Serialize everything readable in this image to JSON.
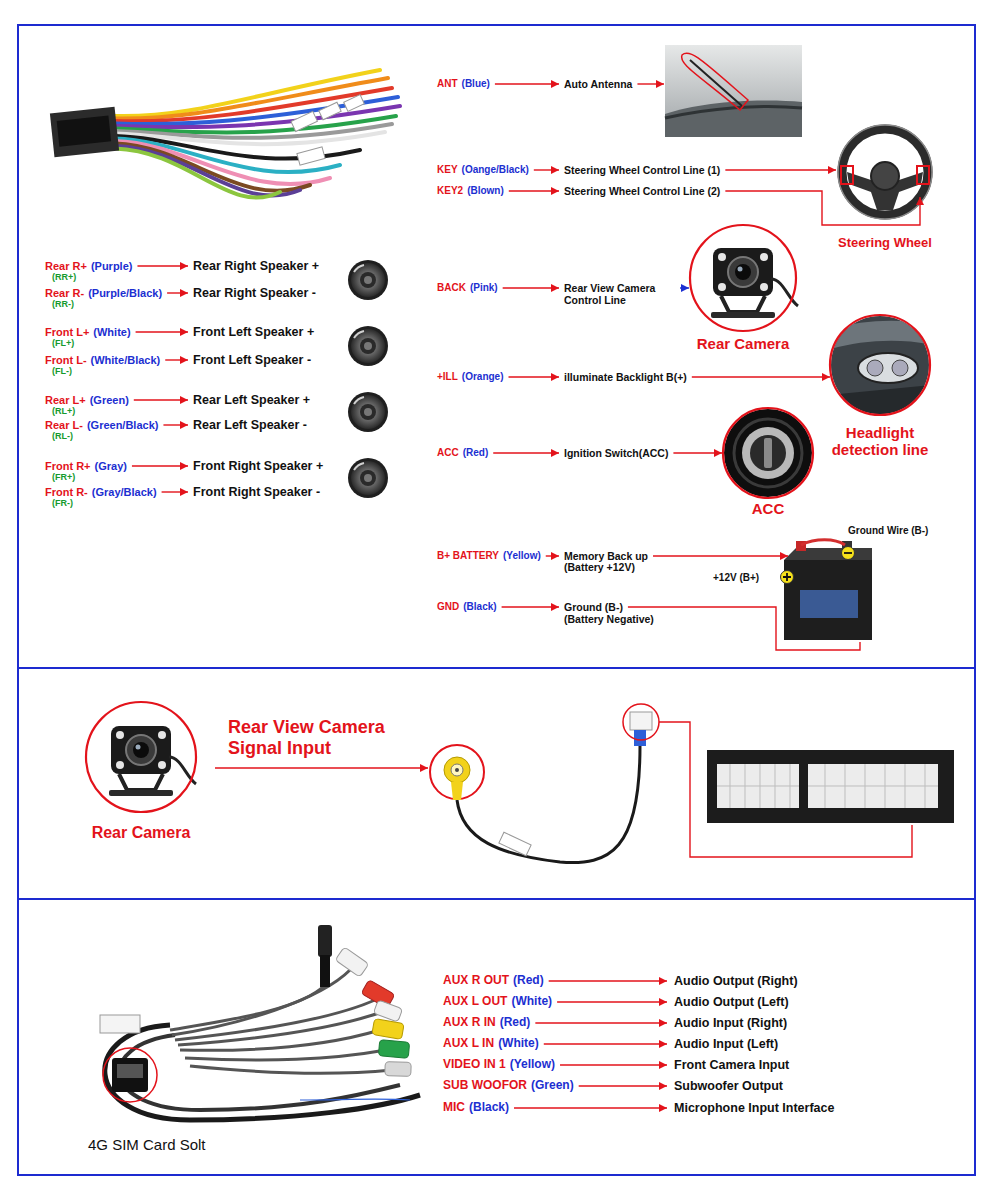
{
  "diagram": {
    "nodes": [
      {
        "text": [
          "Steering Wheel"
        ]
      },
      {
        "text": [
          "Rear Camera"
        ]
      },
      {
        "text": [
          "Headlight detection line"
        ]
      },
      {
        "text": [
          "ACC"
        ]
      },
      {
        "text": [
          "Rear Camera"
        ]
      }
    ],
    "labels": [
      "Rear R+",
      "(Purple)",
      "(RR+)",
      "Rear Right Speaker +",
      "Rear R-",
      "(Purple/Black)",
      "(RR-)",
      "Rear Right Speaker -",
      "Front L+",
      "(White)",
      "(FL+)",
      "Front Left Speaker +",
      "Front L-",
      "(White/Black)",
      "(FL-)",
      "Front Left Speaker -",
      "Rear L+",
      "(Green)",
      "(RL+)",
      "Rear Left Speaker +",
      "Rear L-",
      "(Green/Black)",
      "(RL-)",
      "Rear Left Speaker -",
      "Front R+",
      "(Gray)",
      "(FR+)",
      "Front Right Speaker +",
      "Front R-",
      "(Gray/Black)",
      "(FR-)",
      "Front Right Speaker -",
      "ANT",
      "(Blue)",
      "Auto Antenna",
      "KEY",
      "(Oange/Black)",
      "Steering Wheel Control Line (1)",
      "KEY2",
      "(Blown)",
      "Steering Wheel Control Line (2)",
      "BACK",
      "(Pink)",
      "Rear View Camera Control Line",
      "+ILL",
      "(Orange)",
      "illuminate Backlight B(+)",
      "ACC",
      "(Red)",
      "Ignition Switch(ACC)",
      "B+ BATTERY",
      "(Yellow)",
      "Memory Back up",
      "(Battery +12V)",
      "GND",
      "(Black)",
      "Ground (B-)",
      "(Battery Negative)",
      "Ground Wire (B-)",
      "+12V (B+)",
      "Rear View Camera Signal Input",
      "AUX R OUT",
      "(Red)",
      "Audio Output (Right)",
      "AUX L OUT",
      "(White)",
      "Audio Output (Left)",
      "AUX R IN",
      "(Red)",
      "Audio Input (Right)",
      "AUX L IN",
      "(White)",
      "Audio Input (Left)",
      "VIDEO IN 1",
      "(Yellow)",
      "Front Camera Input",
      "SUB WOOFOR",
      "(Green)",
      "Subwoofer Output",
      "MIC",
      "(Black)",
      "Microphone Input Interface",
      "4G SIM Card Solt"
    ]
  }
}
